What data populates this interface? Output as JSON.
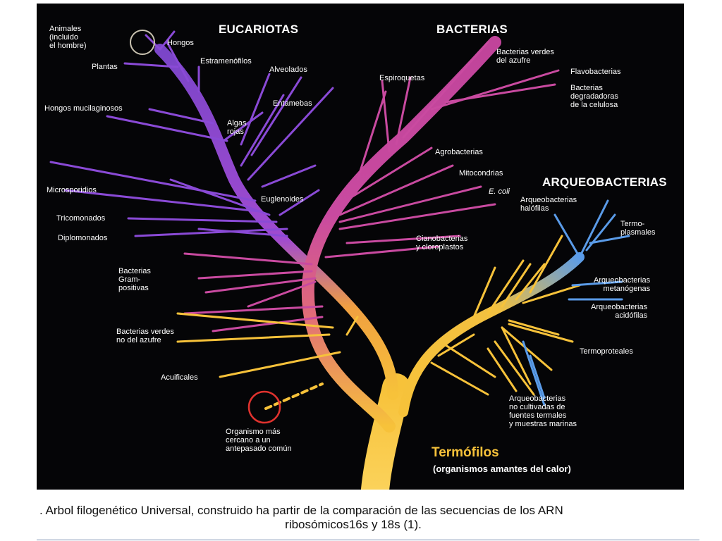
{
  "headers": {
    "eucariotas": "EUCARIOTAS",
    "bacterias": "BACTERIAS",
    "arqueobacterias": "ARQUEOBACTERIAS"
  },
  "labels": {
    "animales": "Animales\n(incluido\nel hombre)",
    "hongos": "Hongos",
    "plantas": "Plantas",
    "estramenofilos": "Estramenófilos",
    "alveolados": "Alveolados",
    "hongos_mucilaginosos": "Hongos mucilaginosos",
    "entamebas": "Entamebas",
    "algas_rojas": "Algas\nrojas",
    "microsporidios": "Microsporidios",
    "euglenoides": "Euglenoides",
    "tricomonados": "Tricomonados",
    "diplomonados": "Diplomonados",
    "bacterias_gram": "Bacterias\nGram-\npositivas",
    "bacterias_verdes_no": "Bacterias verdes\nno del azufre",
    "acuificales": "Acuificales",
    "organismo": "Organismo más\ncercano a un\nantepasado común",
    "espiroquetas": "Espiroquetas",
    "bacterias_verdes_azufre": "Bacterias verdes\ndel azufre",
    "flavobacterias": "Flavobacterias",
    "degradadoras": "Bacterias\ndegradadoras\nde la celulosa",
    "agrobacterias": "Agrobacterias",
    "mitocondrias": "Mitocondrias",
    "ecoli": "E. coli",
    "cianobacterias": "Cianobacterias\ny cloroplastos",
    "halofilas": "Arqueobacterias\nhalófilas",
    "termoplasmales": "Termo-\nplasmales",
    "metanogenas": "Arqueobacterias\nmetanógenas",
    "acidofilas": "Arqueobacterias\nacidófilas",
    "termoproteales": "Termoproteales",
    "no_cultivadas": "Arqueobacterias\nno cultivadas de\nfuentes termales\ny muestras marinas",
    "termofilos": "Termófilos",
    "termofilos_sub": "(organismos amantes del calor)"
  },
  "caption": {
    "line1": ". Arbol filogenético Universal, construido ha partir de la comparación de las secuencias de los ARN",
    "line2": "ribosómicos16s y 18s (1)."
  },
  "colors": {
    "background": "#050507",
    "eukaryote": "#8a4ad6",
    "bacteria": "#c94aa0",
    "archaea": "#5a9be8",
    "thermophile": "#f7c23a",
    "ancestor_ring": "#e0322e",
    "animal_ring": "#c9c2b0"
  }
}
